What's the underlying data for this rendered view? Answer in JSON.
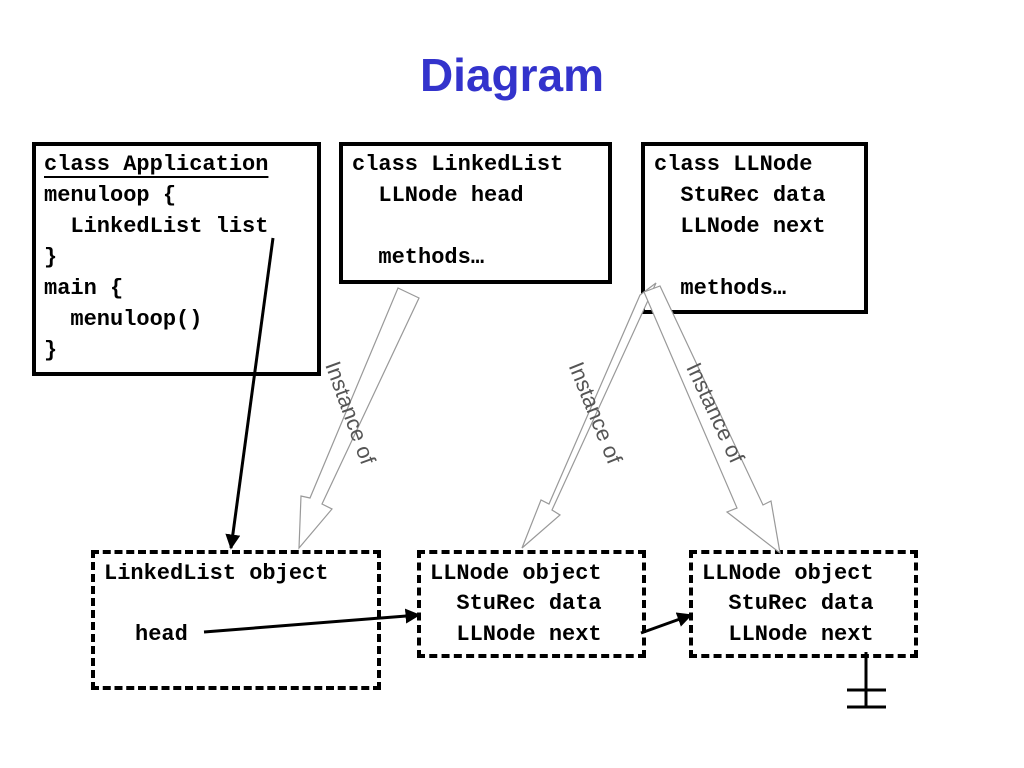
{
  "title": "Diagram",
  "classes": {
    "application": {
      "header": "class Application",
      "lines": [
        "menuloop {",
        "  LinkedList list",
        "}",
        "main {",
        "  menuloop()",
        "}"
      ]
    },
    "linked_list": {
      "lines": [
        "class LinkedList",
        "  LLNode head",
        "",
        "  methods…"
      ]
    },
    "llnode": {
      "lines": [
        "class LLNode",
        "  StuRec data",
        "  LLNode next",
        "",
        "  methods…"
      ]
    }
  },
  "objects": {
    "linked_list_object": {
      "title": "LinkedList object",
      "field": "head"
    },
    "llnode_object_1": {
      "title": "LLNode object",
      "fields": [
        "  StuRec data",
        "  LLNode next"
      ]
    },
    "llnode_object_2": {
      "title": "LLNode object",
      "fields": [
        "  StuRec data",
        "  LLNode next"
      ]
    }
  },
  "labels": {
    "instance_of_1": "Instance of",
    "instance_of_2": "Instance of",
    "instance_of_3": "Instance of"
  }
}
